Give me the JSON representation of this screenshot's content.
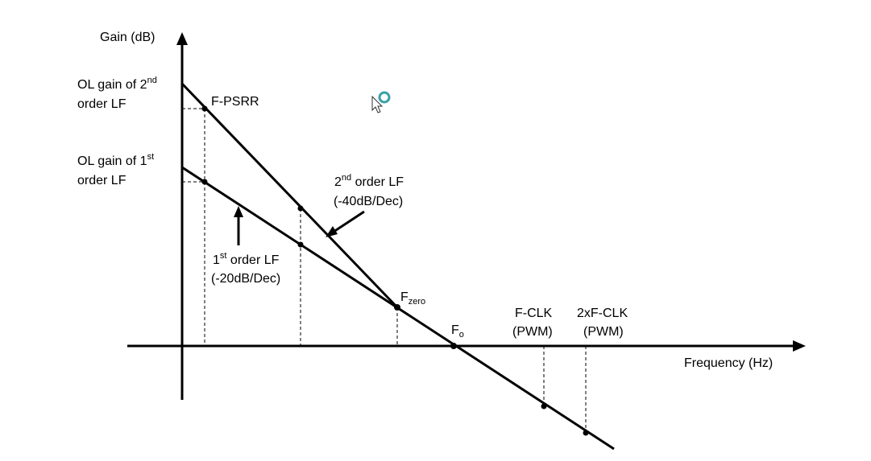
{
  "y_axis_label": "Gain (dB)",
  "x_axis_label": "Frequency (Hz)",
  "ol_gain_2nd": {
    "line1_main": "OL gain of 2",
    "line1_sup": "nd",
    "line2": "order LF"
  },
  "ol_gain_1st": {
    "line1_main": "OL gain of 1",
    "line1_sup": "st",
    "line2": "order LF"
  },
  "f_psrr": "F-PSRR",
  "second_order": {
    "main": "2",
    "sup": "nd",
    "rest": " order LF",
    "slope": "(-40dB/Dec)"
  },
  "first_order": {
    "main": "1",
    "sup": "st",
    "rest": " order LF",
    "slope": "(-20dB/Dec)"
  },
  "f_zero": {
    "main": "F",
    "sub": "zero"
  },
  "f_o": {
    "main": "F",
    "sub": "o"
  },
  "f_clk": {
    "line1": "F-CLK",
    "line2": "(PWM)"
  },
  "f_2clk": {
    "line1": "2xF-CLK",
    "line2": "(PWM)"
  },
  "colors": {
    "line": "#000000",
    "cursor_ring": "#3aa0a8"
  }
}
